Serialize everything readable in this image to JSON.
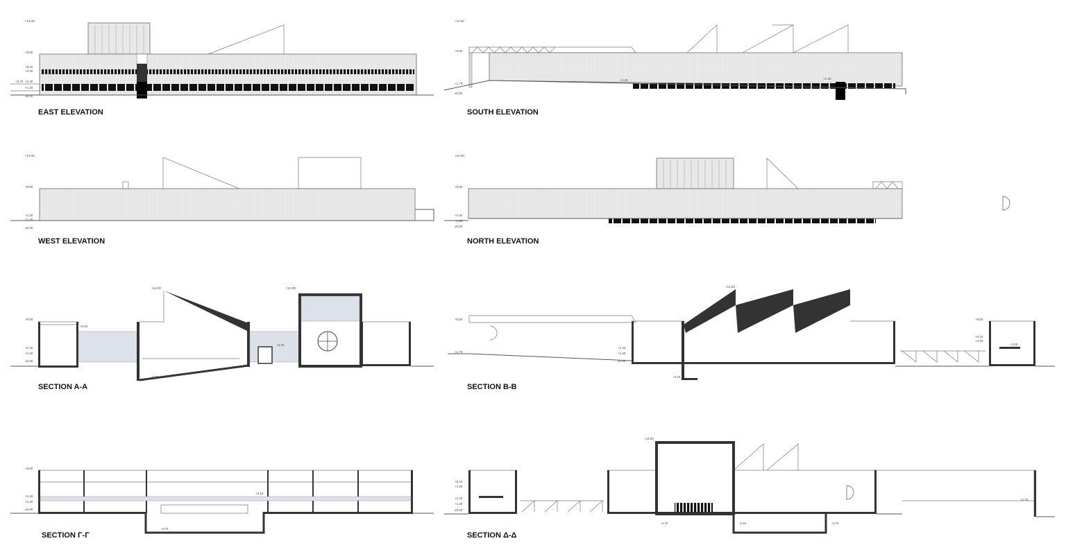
{
  "panels": {
    "east": {
      "title": "EAST ELEVATION",
      "levels": [
        "+14.00",
        "+8.00",
        "+5.10",
        "+4.20",
        "+2.70",
        "+2.40",
        "+1.20",
        "±0.00"
      ]
    },
    "south": {
      "title": "SOUTH ELEVATION",
      "levels": [
        "+14.00",
        "+8.00",
        "+1.70",
        "±0.00",
        "+2.40",
        "+1.20"
      ]
    },
    "west": {
      "title": "WEST ELEVATION",
      "levels": [
        "+14.00",
        "+8.00",
        "+2.40",
        "+1.20",
        "±0.00"
      ]
    },
    "north": {
      "title": "NORTH ELEVATION",
      "levels": [
        "+14.00",
        "+8.00",
        "+2.40",
        "+1.20",
        "±0.00"
      ]
    },
    "section_aa": {
      "title": "SECTION A-A",
      "levels": [
        "+8.00",
        "+5.50",
        "+2.40",
        "+1.20",
        "±0.00",
        "+14.00",
        "+14.00",
        "+3.20",
        "-0.70"
      ]
    },
    "section_bb": {
      "title": "SECTION B-B",
      "levels": [
        "+8.00",
        "+1.70",
        "+2.40",
        "+1.20",
        "±0.00",
        "+14.00",
        "-0.10",
        "+3.00",
        "+8.00",
        "+5.10",
        "+4.20"
      ]
    },
    "section_gg": {
      "title": "SECTION Γ-Γ",
      "levels": [
        "+8.00",
        "+2.40",
        "+1.20",
        "±0.00",
        "+3.10",
        "-0.70"
      ]
    },
    "section_dd": {
      "title": "SECTION Δ-Δ",
      "levels": [
        "+5.10",
        "+4.20",
        "+2.40",
        "+1.20",
        "±0.00",
        "+14.00",
        "-0.70",
        "-0.10",
        "-0.70",
        "+1.70"
      ]
    }
  },
  "colors": {
    "line": "#555555",
    "cut": "#333333",
    "glass": "#dde2ea"
  }
}
